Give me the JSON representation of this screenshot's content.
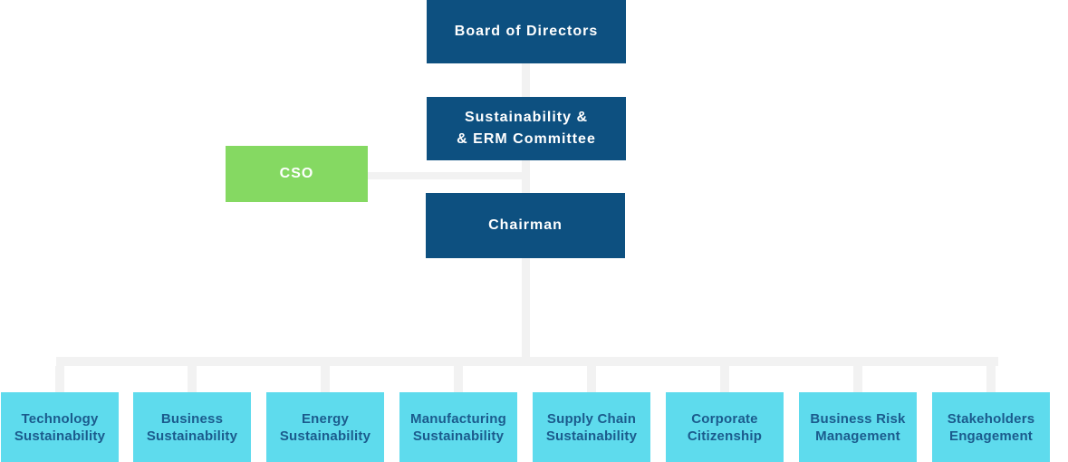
{
  "colors": {
    "dark_blue": "#0d5080",
    "green": "#85d962",
    "light_blue": "#5edbed",
    "connector_gray": "#f2f2f2",
    "department_text": "#1b5b8d",
    "top_box_text": "#ffffff"
  },
  "org_chart": {
    "board": {
      "label": "Board of Directors"
    },
    "committee": {
      "line1": "Sustainability &",
      "line2": "& ERM Committee"
    },
    "cso": {
      "label": "CSO"
    },
    "chairman": {
      "label": "Chairman"
    },
    "departments": [
      {
        "line1": "Technology",
        "line2": "Sustainability"
      },
      {
        "line1": "Business",
        "line2": "Sustainability"
      },
      {
        "line1": "Energy",
        "line2": "Sustainability"
      },
      {
        "line1": "Manufacturing",
        "line2": "Sustainability"
      },
      {
        "line1": "Supply Chain",
        "line2": "Sustainability"
      },
      {
        "line1": "Corporate",
        "line2": "Citizenship"
      },
      {
        "line1": "Business Risk",
        "line2": "Management"
      },
      {
        "line1": "Stakeholders",
        "line2": "Engagement"
      }
    ]
  }
}
